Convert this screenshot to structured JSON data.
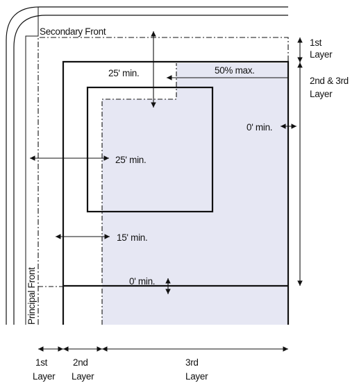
{
  "colors": {
    "line": "#111111",
    "shade": "#e6e7f3",
    "background": "#ffffff"
  },
  "labels": {
    "secondary_front": "Secondary Front",
    "principal_front": "Principal Front",
    "setback_25_top": "25' min.",
    "setback_25_left": "25' min.",
    "setback_15": "15' min.",
    "setback_0_right": "0' min.",
    "setback_0_bottom": "0' min.",
    "max_50": "50% max."
  },
  "right_layers": {
    "first": {
      "line1": "1st",
      "line2": "Layer"
    },
    "second_third": {
      "line1": "2nd & 3rd",
      "line2": "Layer"
    }
  },
  "bottom_layers": {
    "first": {
      "line1": "1st",
      "line2": "Layer"
    },
    "second": {
      "line1": "2nd",
      "line2": "Layer"
    },
    "third": {
      "line1": "3rd",
      "line2": "Layer"
    }
  }
}
